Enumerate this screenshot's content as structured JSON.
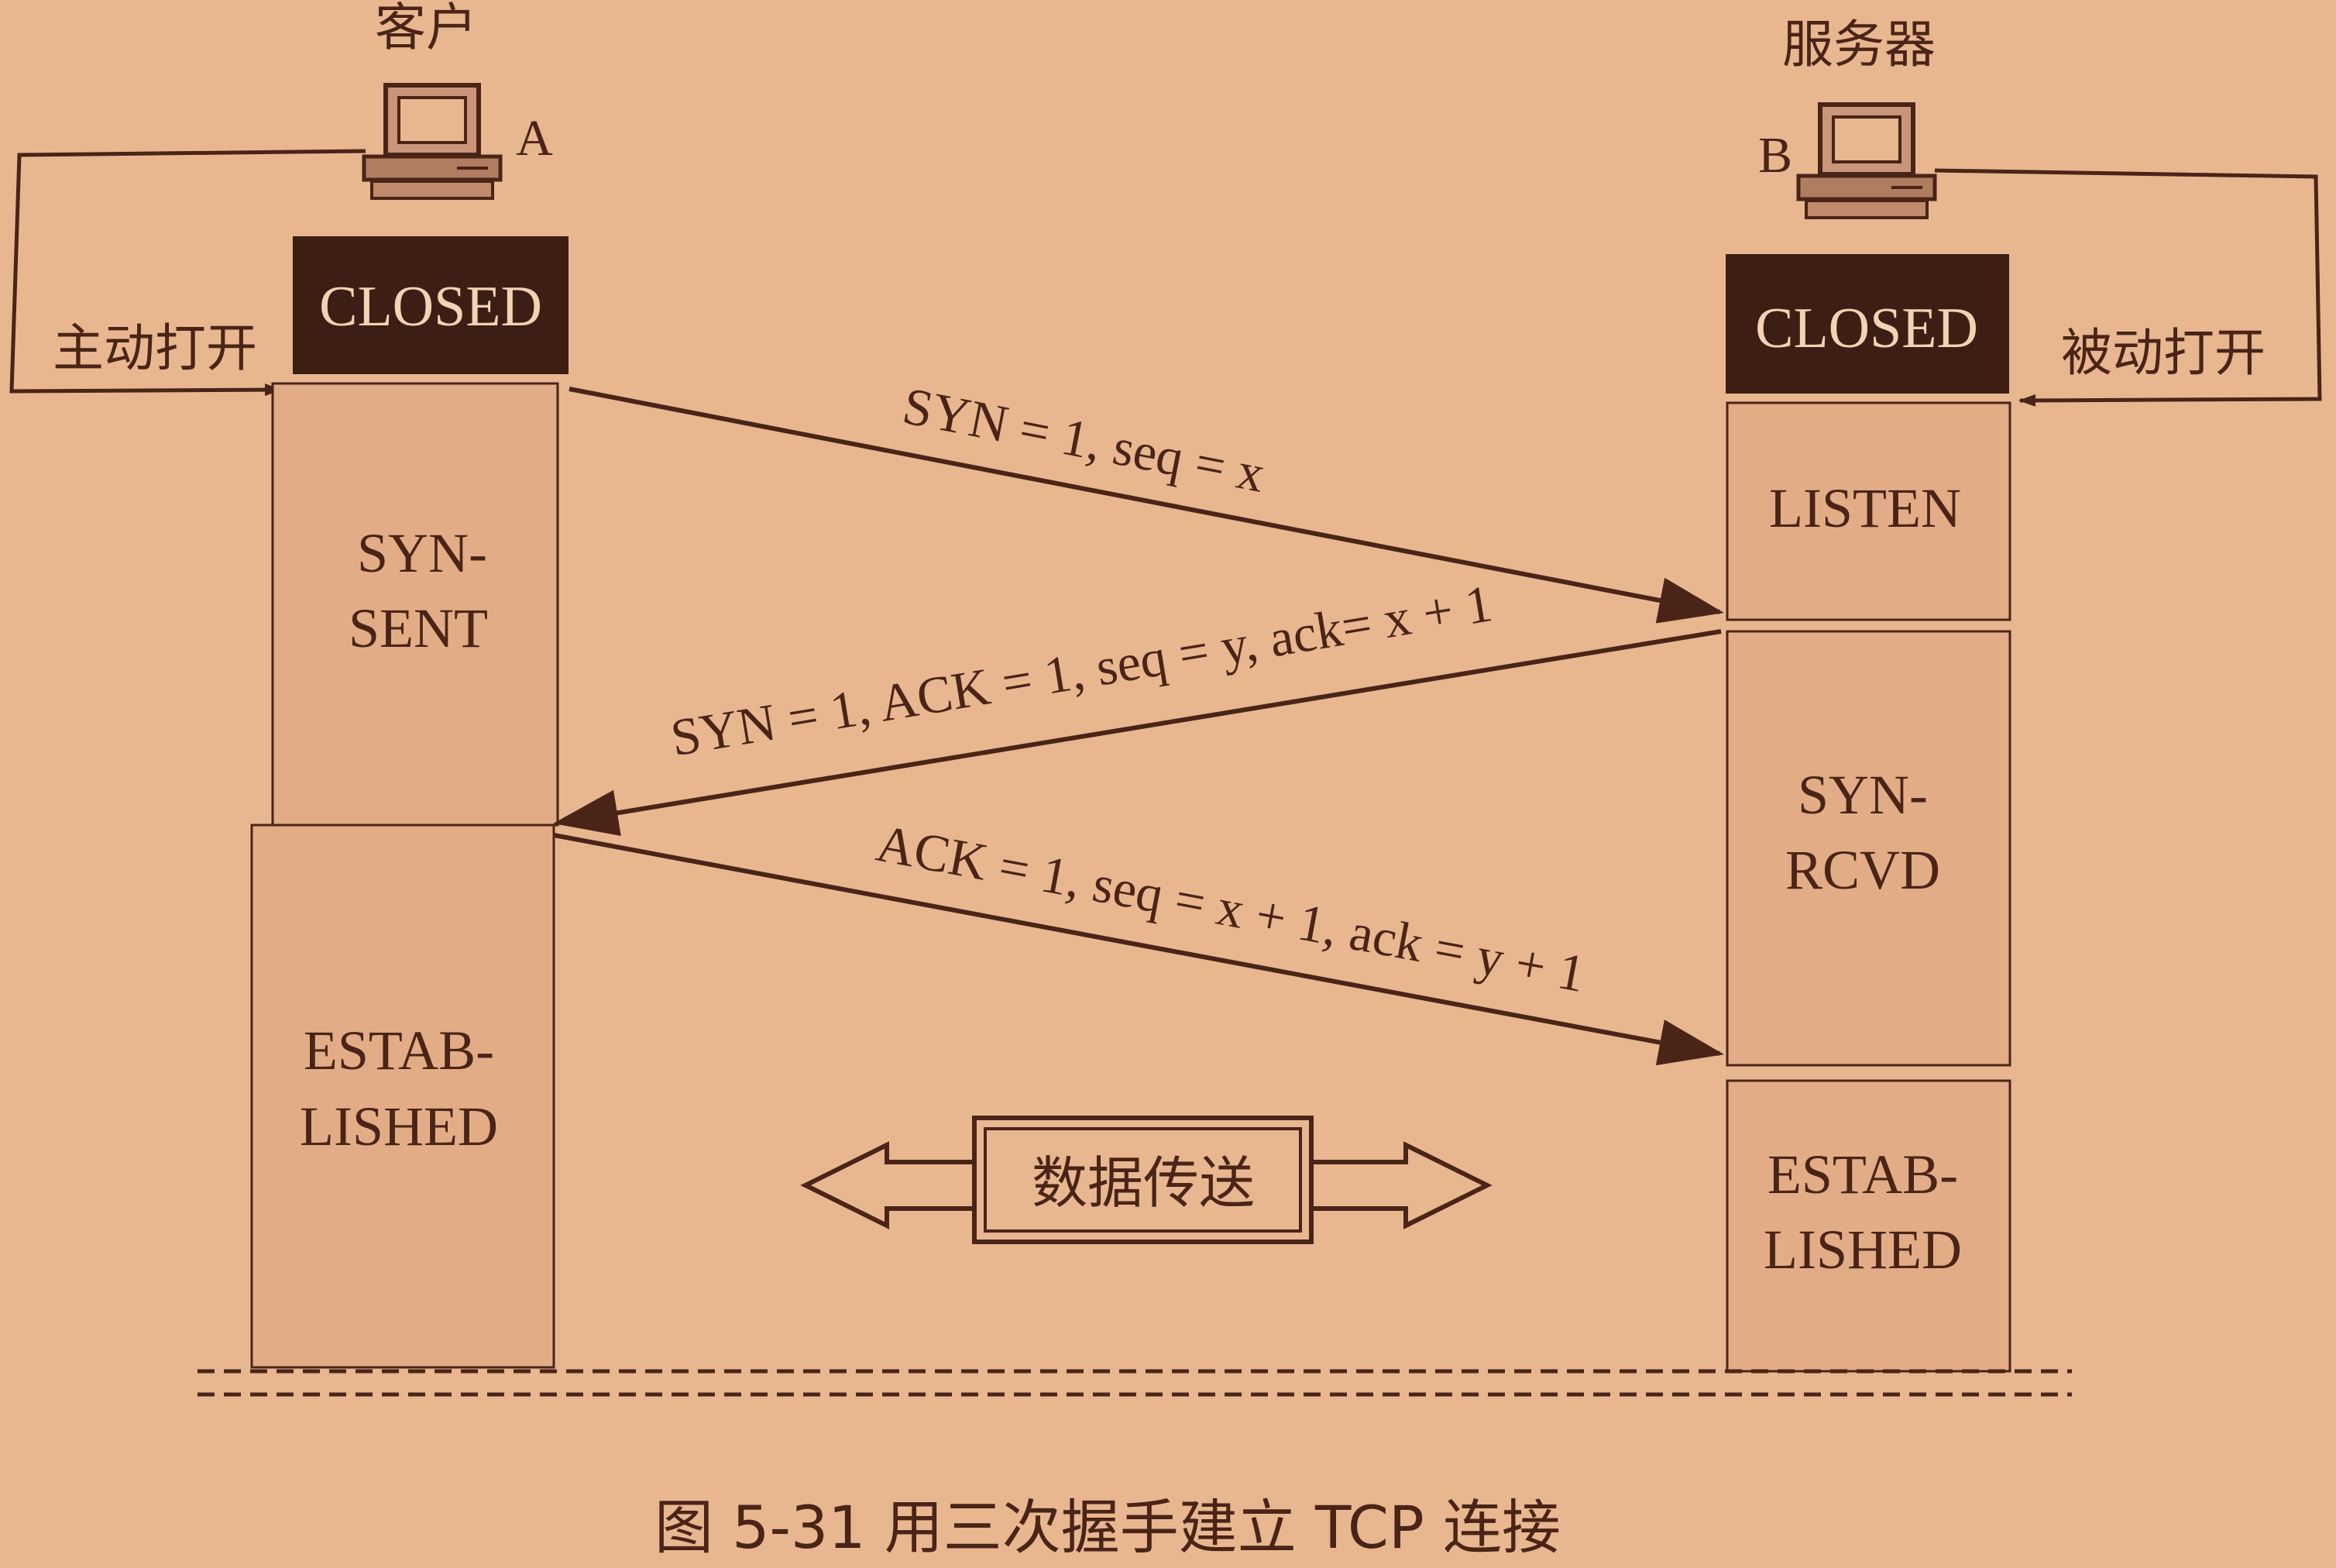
{
  "client": {
    "name": "客户",
    "letter": "A",
    "open_label": "主动打开",
    "closed_label": "CLOSED",
    "states": [
      {
        "line1": "SYN-",
        "line2": "SENT"
      },
      {
        "line1": "ESTAB-",
        "line2": "LISHED"
      }
    ]
  },
  "server": {
    "name": "服务器",
    "letter": "B",
    "open_label": "被动打开",
    "closed_label": "CLOSED",
    "states": [
      {
        "line1": "LISTEN",
        "line2": ""
      },
      {
        "line1": "SYN-",
        "line2": "RCVD"
      },
      {
        "line1": "ESTAB-",
        "line2": "LISHED"
      }
    ]
  },
  "messages": [
    {
      "label": "SYN = 1, seq = x"
    },
    {
      "label": "SYN = 1, ACK = 1, seq = y, ack= x + 1"
    },
    {
      "label": "ACK = 1, seq = x + 1, ack = y + 1"
    }
  ],
  "data_transfer": {
    "label": "数据传送"
  },
  "caption": "图 5-31  用三次握手建立 TCP 连接",
  "colors": {
    "background": "#e8b790",
    "state_box": "#e2ad86",
    "closed_box": "#3d1e14",
    "closed_text": "#f3d3b3",
    "ink": "#4a2417",
    "computer": "#b07d60"
  }
}
